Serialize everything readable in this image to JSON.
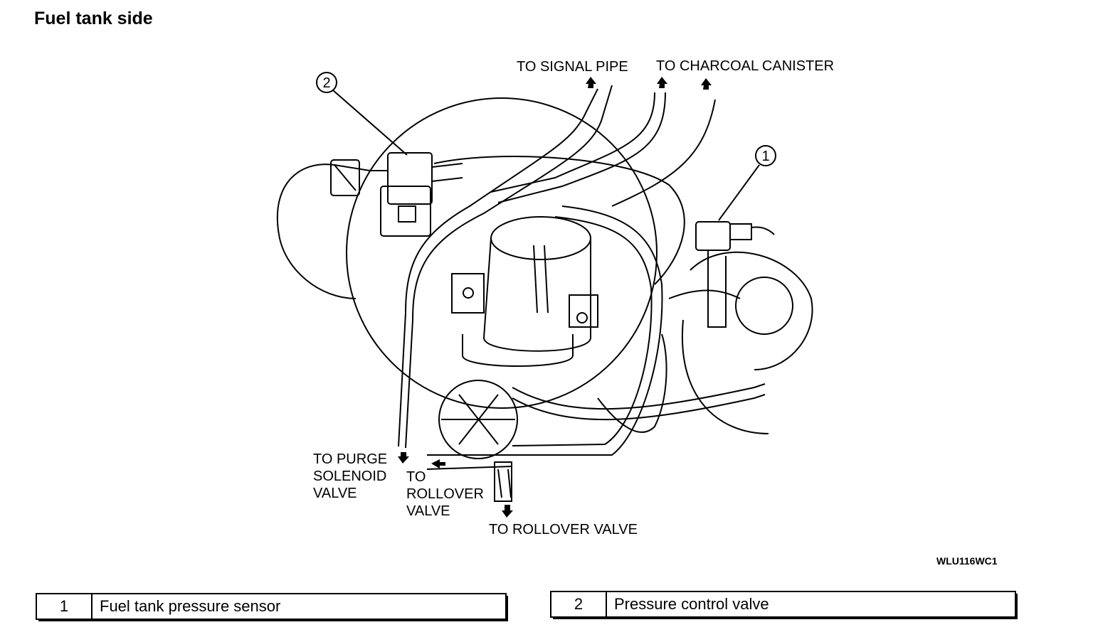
{
  "title": "Fuel tank side",
  "callouts": [
    "2",
    "1"
  ],
  "labels": {
    "signal_pipe": "TO SIGNAL PIPE",
    "charcoal_canister": "TO CHARCOAL CANISTER",
    "purge_solenoid": "TO PURGE\nSOLENOID\nVALVE",
    "rollover_left": "TO\nROLLOVER\nVALVE",
    "rollover_bottom": "TO ROLLOVER VALVE"
  },
  "figure_code": "WLU116WC1",
  "legend": [
    {
      "num": "1",
      "text": "Fuel tank pressure sensor"
    },
    {
      "num": "2",
      "text": "Pressure control valve"
    }
  ]
}
